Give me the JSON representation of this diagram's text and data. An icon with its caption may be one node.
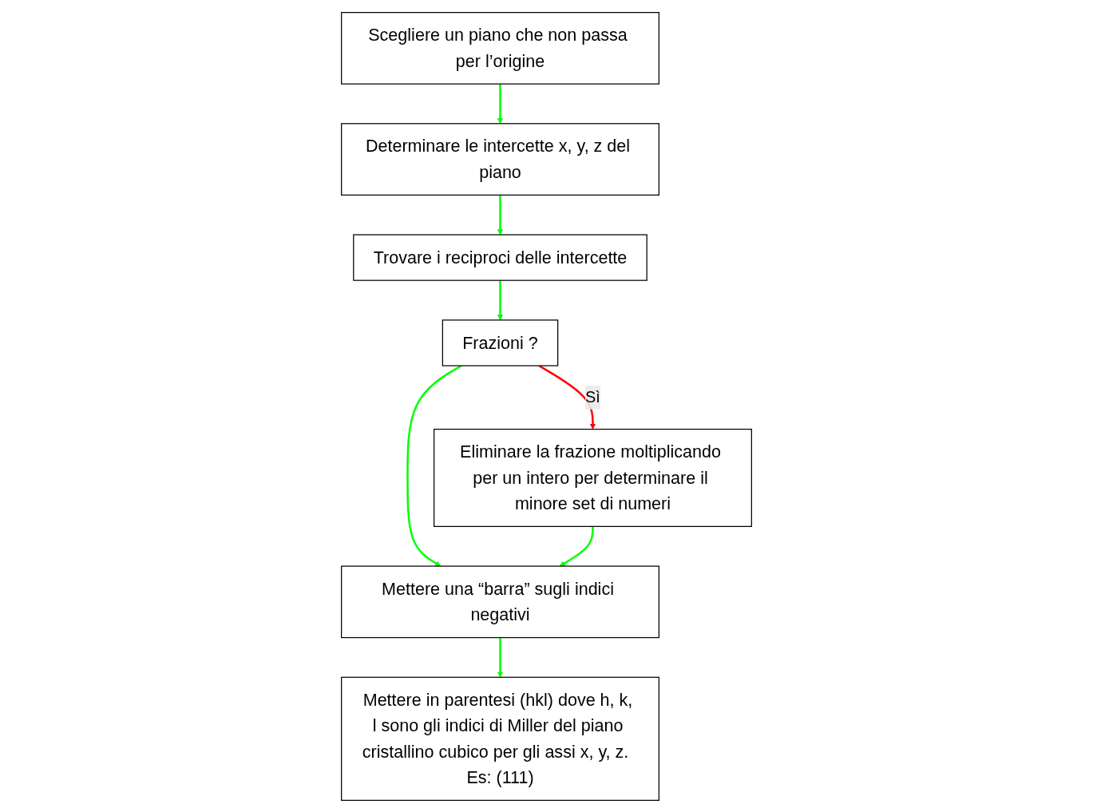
{
  "diagram": {
    "nodes": [
      {
        "text": [
          "Scegliere un piano che non passa per l’origine"
        ]
      },
      {
        "text": [
          "Determinare le intercette x, y, z del piano"
        ]
      },
      {
        "text": [
          "Trovare i reciproci delle intercette"
        ]
      },
      {
        "text": [
          "Frazioni ?"
        ]
      },
      {
        "text": [
          "Eliminare la frazione moltiplicando per un intero per determinare il minore set di numeri"
        ]
      },
      {
        "text": [
          "Mettere una “barra” sugli indici negativi"
        ]
      },
      {
        "text": [
          "Mettere in parentesi (hkl) dove h, k, l sono gli indici di Miller del piano cristallino cubico per gli assi x, y, z.  Es: (111)"
        ]
      }
    ],
    "edges": [
      {
        "from": 0,
        "to": 1,
        "arrow": "to"
      },
      {
        "from": 1,
        "to": 2,
        "arrow": "to"
      },
      {
        "from": 2,
        "to": 3,
        "arrow": "to"
      },
      {
        "from": 3,
        "to": 4,
        "arrow": "to",
        "color": "#ff0000",
        "label": "Sì"
      },
      {
        "from": 3,
        "to": 5,
        "arrow": "to"
      },
      {
        "from": 4,
        "to": 5,
        "arrow": "to"
      },
      {
        "from": 5,
        "to": 6,
        "arrow": "to"
      }
    ]
  }
}
